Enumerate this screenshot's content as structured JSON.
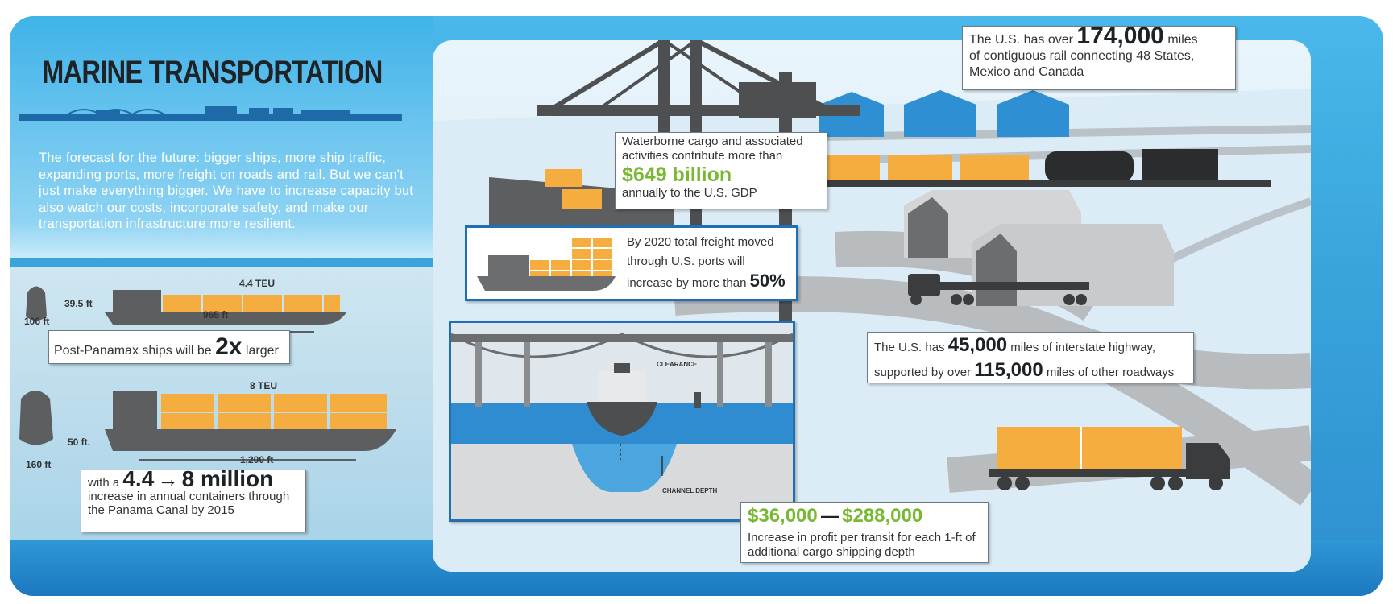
{
  "title": "MARINE TRANSPORTATION",
  "intro": "The forecast for the future: bigger ships, more ship traffic, expanding ports, more freight on roads and rail. But we can't just make everything bigger. We have to increase capacity but also watch our costs, incorporate safety, and make our transportation infrastructure more resilient.",
  "ship1": {
    "teu": "4.4 TEU",
    "height": "39.5 ft",
    "width": "106 ft",
    "length": "965 ft"
  },
  "ship2": {
    "teu": "8 TEU",
    "height": "50 ft.",
    "width": "160 ft",
    "length": "1,200 ft"
  },
  "postpanamax": {
    "prefix": "Post-Panamax ships will be",
    "value": "2x",
    "suffix": "larger"
  },
  "containers": {
    "prefix": "with a",
    "from": "4.4",
    "to": "8 million",
    "text": "increase in annual containers through the Panama Canal by 2015"
  },
  "rail": {
    "prefix": "The U.S. has over",
    "value": "174,000",
    "suffix": "miles",
    "text": "of contiguous  rail connecting 48 States, Mexico and Canada"
  },
  "waterborne": {
    "line1": "Waterborne cargo and associated activities contribute more than",
    "value": "$649 billion",
    "line2": "annually to the U.S. GDP"
  },
  "freight": {
    "text": "By 2020 total freight moved through U.S. ports will increase by more than",
    "value": "50%"
  },
  "highway": {
    "prefix1": "The U.S. has",
    "value1": "45,000",
    "suffix1": "miles of interstate highway,",
    "prefix2": "supported by over",
    "value2": "115,000",
    "suffix2": "miles of other roadways"
  },
  "profit": {
    "low": "$36,000",
    "dash": "—",
    "high": "$288,000",
    "text": "Increase in profit per transit for each 1-ft of additional cargo shipping depth"
  },
  "bridge": {
    "clearance": "CLEARANCE",
    "depth": "CHANNEL DEPTH"
  },
  "colors": {
    "accent_blue": "#3fb3e8",
    "container_orange": "#f5ad3f",
    "value_green": "#78b833",
    "ship_gray": "#5c5e60"
  }
}
